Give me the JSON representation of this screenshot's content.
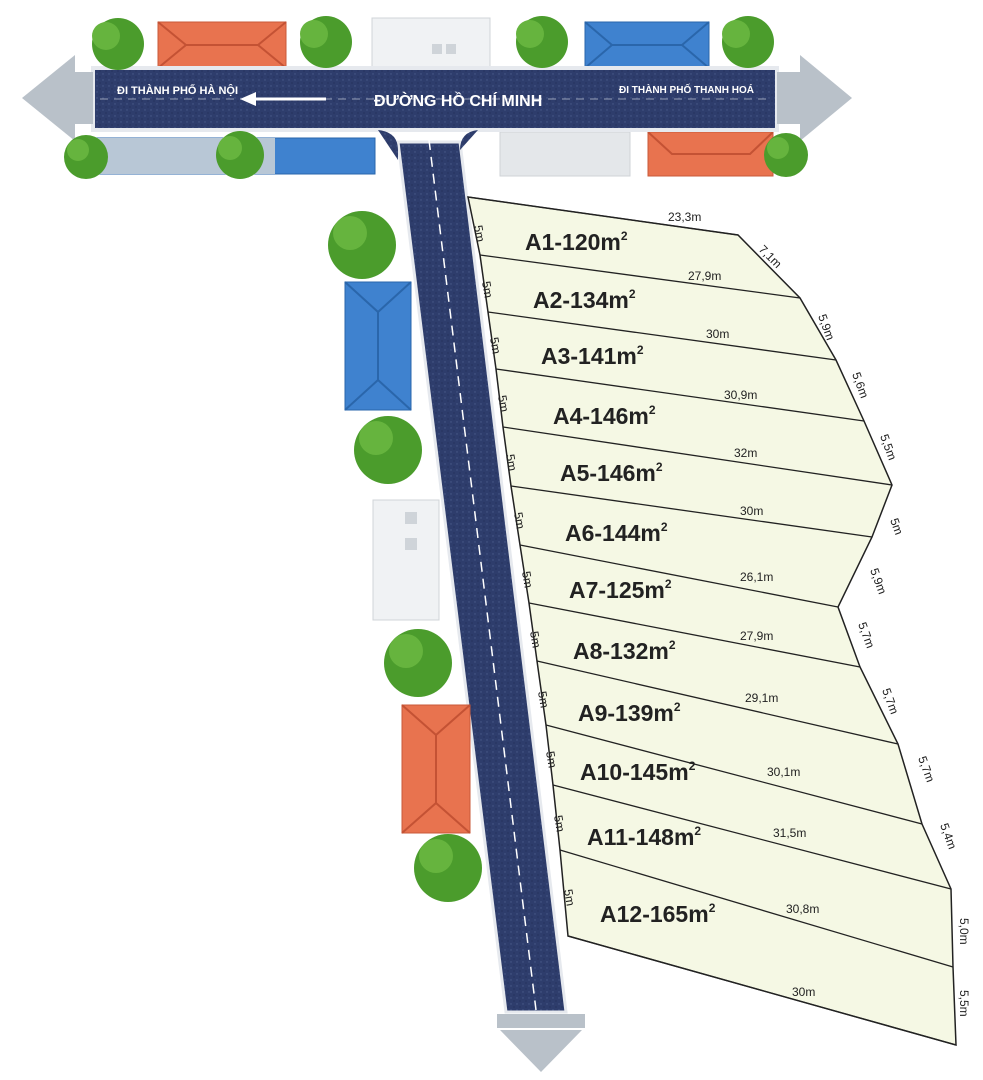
{
  "main_road": {
    "name": "ĐƯỜNG HỒ CHÍ MINH",
    "to_left": "ĐI THÀNH PHỐ HÀ NỘI",
    "to_right": "ĐI THÀNH PHỐ THANH HOÁ"
  },
  "colors": {
    "road": "#2c3c6e",
    "lot_fill": "#f5f8e4",
    "roof_orange": "#e8734f",
    "roof_blue": "#3f82cf",
    "tree": "#4b9c2c",
    "arrow": "#b9c1c9"
  },
  "lots": [
    {
      "id": "A1",
      "label": "A1-120m",
      "front": "5m",
      "depth": "23,3m",
      "back": "7,1m"
    },
    {
      "id": "A2",
      "label": "A2-134m",
      "front": "5m",
      "depth": "27,9m",
      "back": "5,9m"
    },
    {
      "id": "A3",
      "label": "A3-141m",
      "front": "5m",
      "depth": "30m",
      "back": "5,6m"
    },
    {
      "id": "A4",
      "label": "A4-146m",
      "front": "5m",
      "depth": "30,9m",
      "back": "5,5m"
    },
    {
      "id": "A5",
      "label": "A5-146m",
      "front": "5m",
      "depth": "32m",
      "back": "5m"
    },
    {
      "id": "A6",
      "label": "A6-144m",
      "front": "5m",
      "depth": "30m",
      "back": "5,9m"
    },
    {
      "id": "A7",
      "label": "A7-125m",
      "front": "5m",
      "depth": "26,1m",
      "back": "5,7m"
    },
    {
      "id": "A8",
      "label": "A8-132m",
      "front": "5m",
      "depth": "27,9m",
      "back": "5,7m"
    },
    {
      "id": "A9",
      "label": "A9-139m",
      "front": "5m",
      "depth": "29,1m",
      "back": "5,7m"
    },
    {
      "id": "A10",
      "label": "A10-145m",
      "front": "5m",
      "depth": "30,1m",
      "back": "5,4m"
    },
    {
      "id": "A11",
      "label": "A11-148m",
      "front": "5m",
      "depth": "31,5m",
      "back": "5,0m"
    },
    {
      "id": "A12",
      "label": "A12-165m",
      "front": "5m",
      "depth": "30,8m",
      "back": "5,5m"
    }
  ],
  "bottom_edge": "30m",
  "area_unit_sup": "2"
}
